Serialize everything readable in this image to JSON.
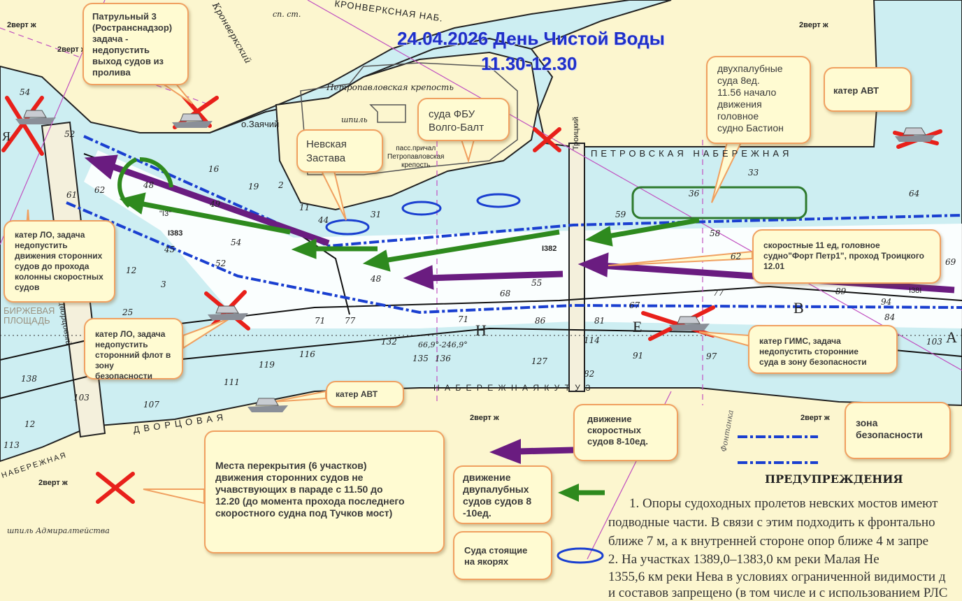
{
  "title": {
    "line1": "24.04.2026 День Чистой Воды",
    "line2": "11.30-12.30"
  },
  "colors": {
    "title": "#1f2fc8",
    "callout_fill": "#fffbd2",
    "callout_border": "#f0a060",
    "water": "#cdeef2",
    "land": "#fcf6cf",
    "purple_arrow": "#6a1c80",
    "green_arrow": "#2e8a1e",
    "safety_zone": "#1a3fd0",
    "cross": "#e8201a"
  },
  "callouts": {
    "patrol3": "Патрульный 3\n(Ространснадзор)\nзадача  -\nнедопустить\nвыход судов из\nпролива",
    "nevskaya": "Невская\nЗастава",
    "fbu": "суда ФБУ\nВолго-Балт",
    "double_deck": "двухпалубные\nсуда 8ед.\n11.56 начало\nдвижения\nголовное\nсудно Бастион",
    "avt_top": "катер АВТ",
    "lo_left": "катер ЛО, задача\nнедопустить\nдвижения сторонних\nсудов до прохода\nколонны скоростных\nсудов",
    "fast": "скоростные 11 ед, головное\nсудно\"Форт Петр1\", проход Троицкого\n12.01",
    "lo_bottom": "катер ЛО, задача\nнедопустить\nсторонний флот в\nзону безопасности",
    "gims": "катер ГИМС, задача\nнедопустить сторонние\nсуда в зону безопасности",
    "avt_bottom": "катер АВТ",
    "legend_fast": "движение\nскоростных\nсудов 8-10ед.",
    "legend_zone": "зона\nбезопасности",
    "closures": "Места перекрытия (6 участков)\n движения сторонних судов не\nучавствующих в параде с 11.50 до\n12.20 (до момента прохода последнего\nскоростного судна под Тучков мост)",
    "legend_double": "движение\nдвупалубных\nсудов судов 8\n-10ед.",
    "legend_anchor": "Суда стоящие\nна якорях"
  },
  "map_labels": {
    "kronverk_emb": "КРОНВЕРКСНАЯ НАБ.",
    "kronverk_strait": "Кронверкский",
    "sp_st": "сп. ст.",
    "zayachiy": "о.Заячий",
    "fortress": "Петропавловская крепость",
    "spire": "шпиль",
    "pier": "пасс.причал\nПетропавловская\nкрепость",
    "troitsky": "Троицкий",
    "petrovskaya": "ПЕТРОВСКАЯ  НАБЕРЕЖНАЯ",
    "dvortsovaya": "ДВОРЦОВАЯ",
    "dvortsovy_bridge": "Дворцовый",
    "naberezhnaya_left": "НАБЕРЕЖНАЯ",
    "admiralty_spire": "шпиль Адмиралтейства",
    "birzhevaya": "БИРЖЕВАЯ\nПЛОЩАДЬ",
    "fontanka": "Фонтанка",
    "kutuzova": "Н А Б Е Р Е Ж Н А Я   К У Т У З",
    "bearing": "66,9°-246,9°",
    "light_1383": "I383",
    "light_1382": "I382",
    "light_1381": "I38I",
    "light_13": "\"I3\"",
    "vert": "2верт ж",
    "letters": [
      "Я",
      "Н",
      "Е",
      "В",
      "А"
    ],
    "depths": [
      "54",
      "62",
      "52",
      "16",
      "19",
      "2",
      "11",
      "44",
      "31",
      "48",
      "49",
      "54",
      "45",
      "52",
      "48",
      "55",
      "68",
      "61",
      "86",
      "71",
      "77",
      "132",
      "135",
      "136",
      "127",
      "114",
      "91",
      "97",
      "62",
      "77",
      "89",
      "94",
      "84",
      "103",
      "69",
      "64",
      "33",
      "36",
      "58",
      "71",
      "25",
      "3",
      "12",
      "107",
      "103",
      "138",
      "113",
      "12",
      "119",
      "111",
      "116",
      "81",
      "82",
      "59",
      "67"
    ]
  },
  "warnings": {
    "title": "ПРЕДУПРЕЖДЕНИЯ",
    "lines": [
      "1. Опоры судоходных пролетов невских мостов имеют",
      "подводные части. В связи с этим подходить к фронтально",
      "ближе 7 м, а к внутренней стороне опор ближе 4 м запре",
      "    2. На участках 1389,0–1383,0 км реки Малая Не",
      "1355,6 км реки Нева в условиях ограниченной видимости д",
      "и составов запрещено (в том числе и с использованием РЛС"
    ]
  }
}
